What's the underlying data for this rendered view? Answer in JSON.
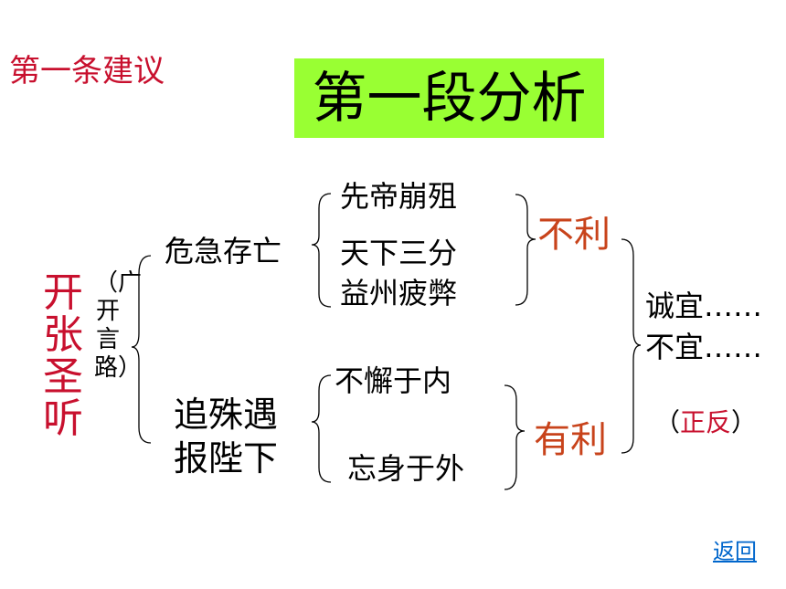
{
  "header": {
    "suggestion": "第一条建议",
    "title": "第一段分析"
  },
  "main": {
    "subject": "开张圣听",
    "subject_note": "（广开言路）",
    "danger": {
      "label": "危急存亡",
      "items": [
        "先帝崩殂",
        "天下三分",
        "益州疲弊"
      ],
      "result": "不利"
    },
    "favorable": {
      "label_lines": [
        "追殊遇",
        "报陛下"
      ],
      "items": [
        "不懈于内",
        "忘身于外"
      ],
      "result": "有利"
    },
    "conclusion": {
      "lines": [
        "诚宜……",
        "不宜……"
      ],
      "note": "（正反）"
    }
  },
  "nav": {
    "back_label": "返回"
  },
  "colors": {
    "title_bg": "#99ff33",
    "subject": "#c8102e",
    "result": "#c8431b",
    "link": "#0066cc"
  }
}
